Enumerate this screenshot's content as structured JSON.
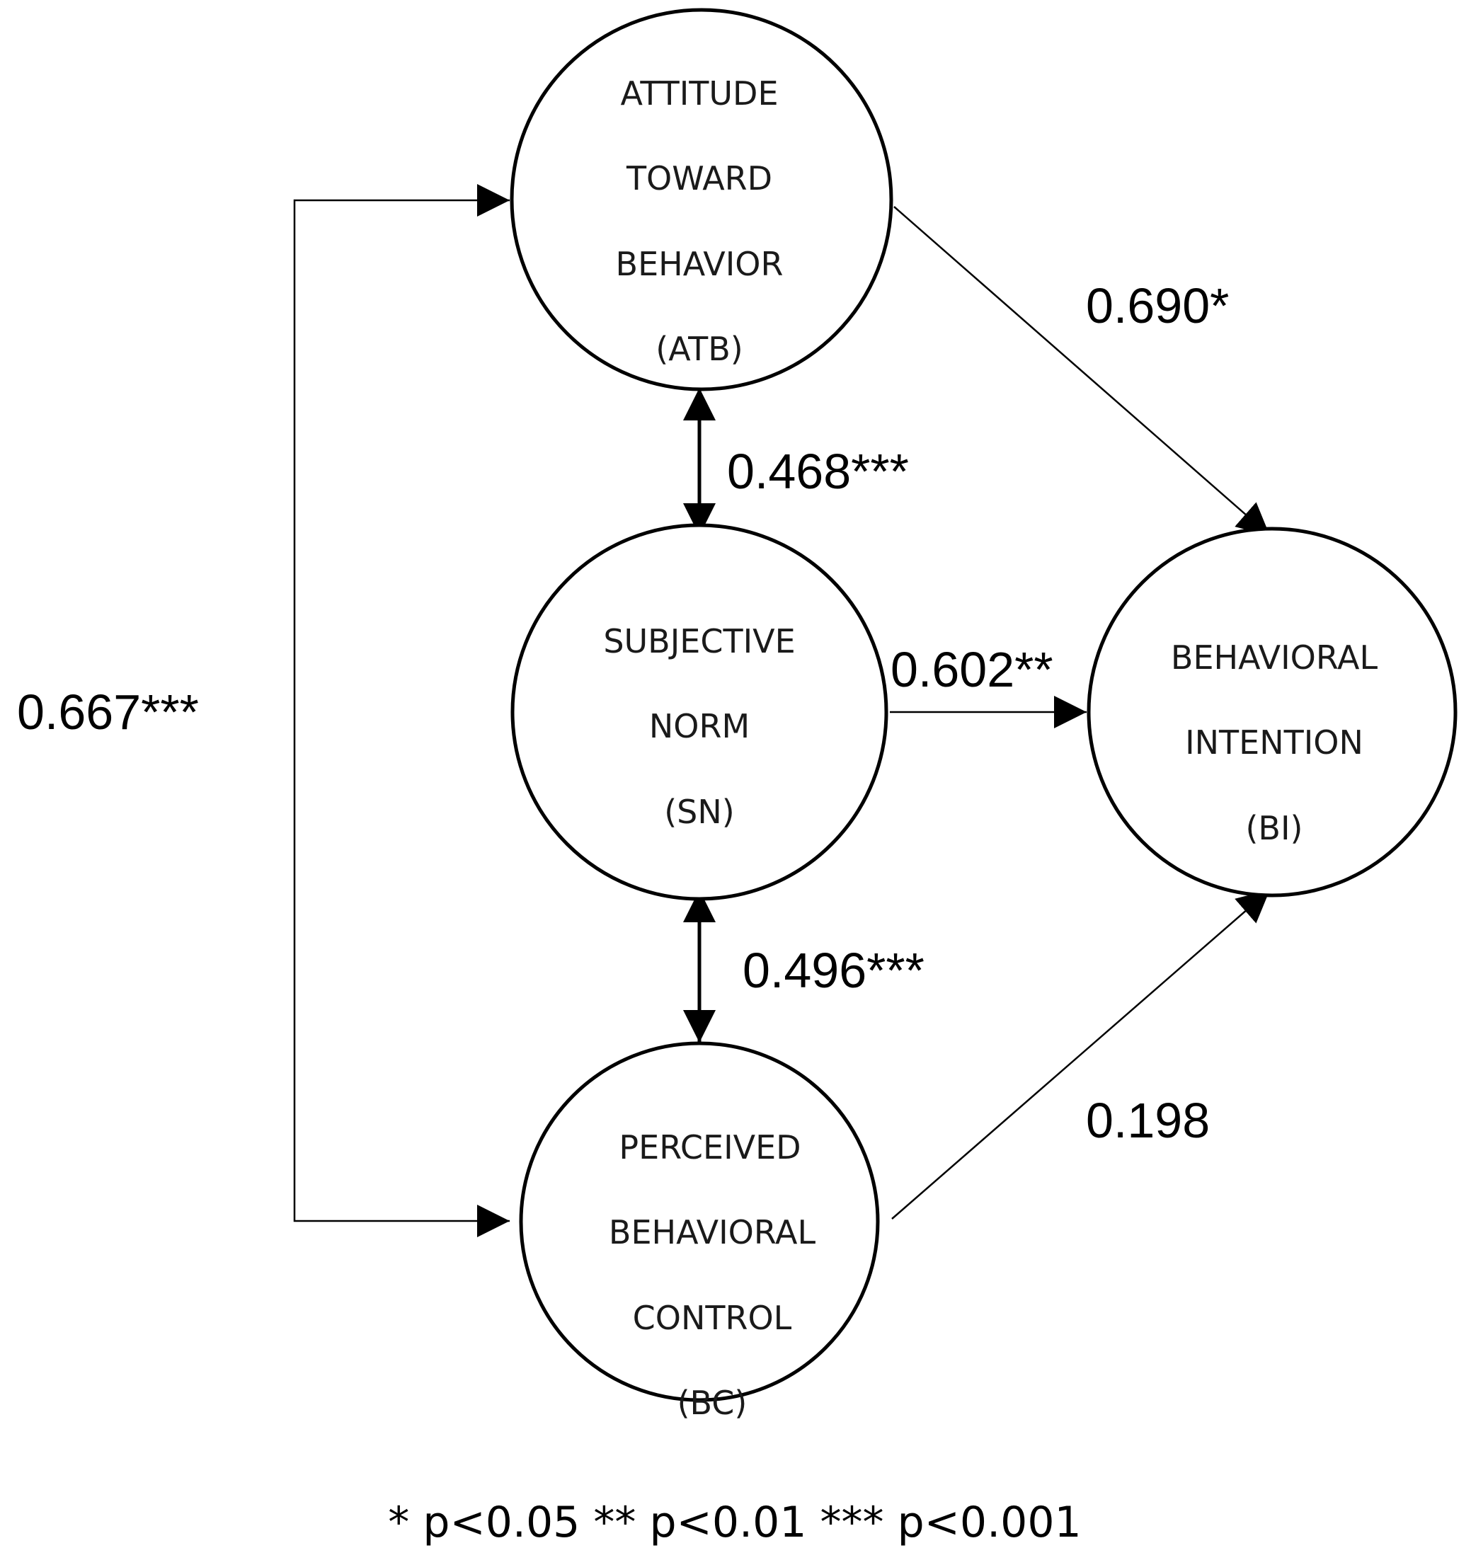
{
  "nodes": {
    "atb": {
      "lines": [
        "ATTITUDE",
        "TOWARD",
        "BEHAVIOR",
        "(ATB)"
      ]
    },
    "sn": {
      "lines": [
        "SUBJECTIVE",
        "NORM",
        "(SN)"
      ]
    },
    "pbc": {
      "lines": [
        "PERCEIVED",
        "BEHAVIORAL",
        "CONTROL",
        "(BC)"
      ]
    },
    "bi": {
      "lines": [
        "BEHAVIORAL",
        "INTENTION",
        "(BI)"
      ]
    }
  },
  "edges": {
    "atb_bi": "0.690*",
    "atb_sn": "0.468***",
    "sn_bi": "0.602**",
    "sn_pbc": "0.496***",
    "pbc_bi": "0.198",
    "atb_pbc": "0.667***"
  },
  "legend": "* p<0.05 ** p<0.01 *** p<0.001"
}
